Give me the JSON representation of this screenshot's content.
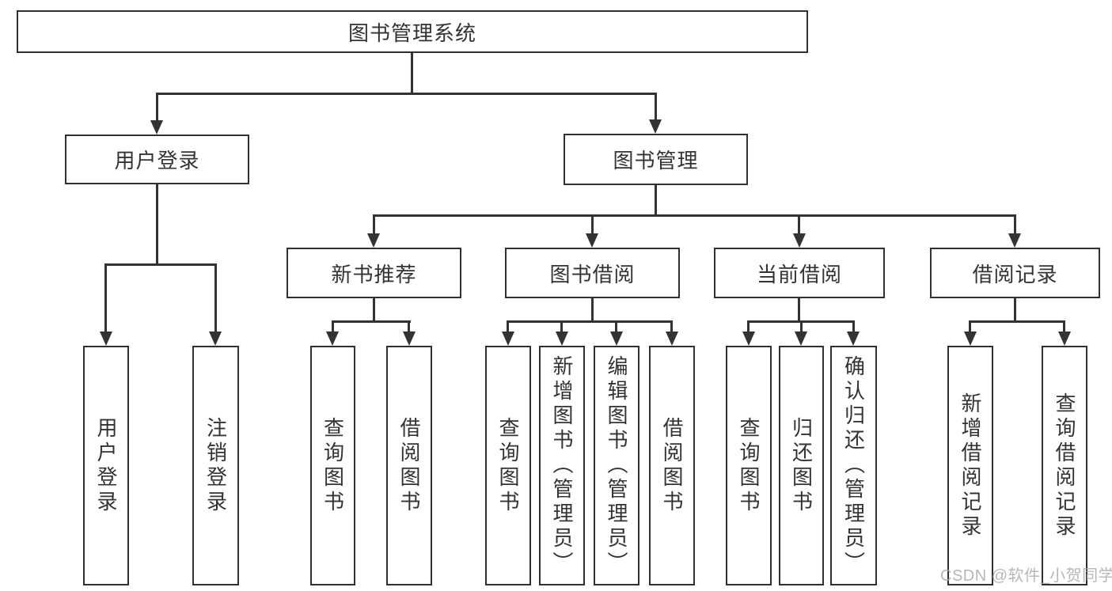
{
  "diagram": {
    "type": "tree",
    "root": {
      "label": "图书管理系统"
    },
    "branches": [
      {
        "label": "用户登录",
        "children": [
          {
            "label": "用户登录"
          },
          {
            "label": "注销登录"
          }
        ]
      },
      {
        "label": "图书管理",
        "children": [
          {
            "label": "新书推荐",
            "children": [
              {
                "label": "查询图书"
              },
              {
                "label": "借阅图书"
              }
            ]
          },
          {
            "label": "图书借阅",
            "children": [
              {
                "label": "查询图书"
              },
              {
                "label": "新增图书（管理员）"
              },
              {
                "label": "编辑图书（管理员）"
              },
              {
                "label": "借阅图书"
              }
            ]
          },
          {
            "label": "当前借阅",
            "children": [
              {
                "label": "查询图书"
              },
              {
                "label": "归还图书"
              },
              {
                "label": "确认归还（管理员）"
              }
            ]
          },
          {
            "label": "借阅记录",
            "children": [
              {
                "label": "新增借阅记录"
              },
              {
                "label": "查询借阅记录"
              }
            ]
          }
        ]
      }
    ]
  },
  "watermark": {
    "text": "CSDN @软件_小贺同学"
  },
  "colors": {
    "line": "#333333",
    "border": "#303030",
    "fill": "#ffffff",
    "text": "#333333",
    "wm": "#ababab",
    "bg": "#ffffff"
  }
}
